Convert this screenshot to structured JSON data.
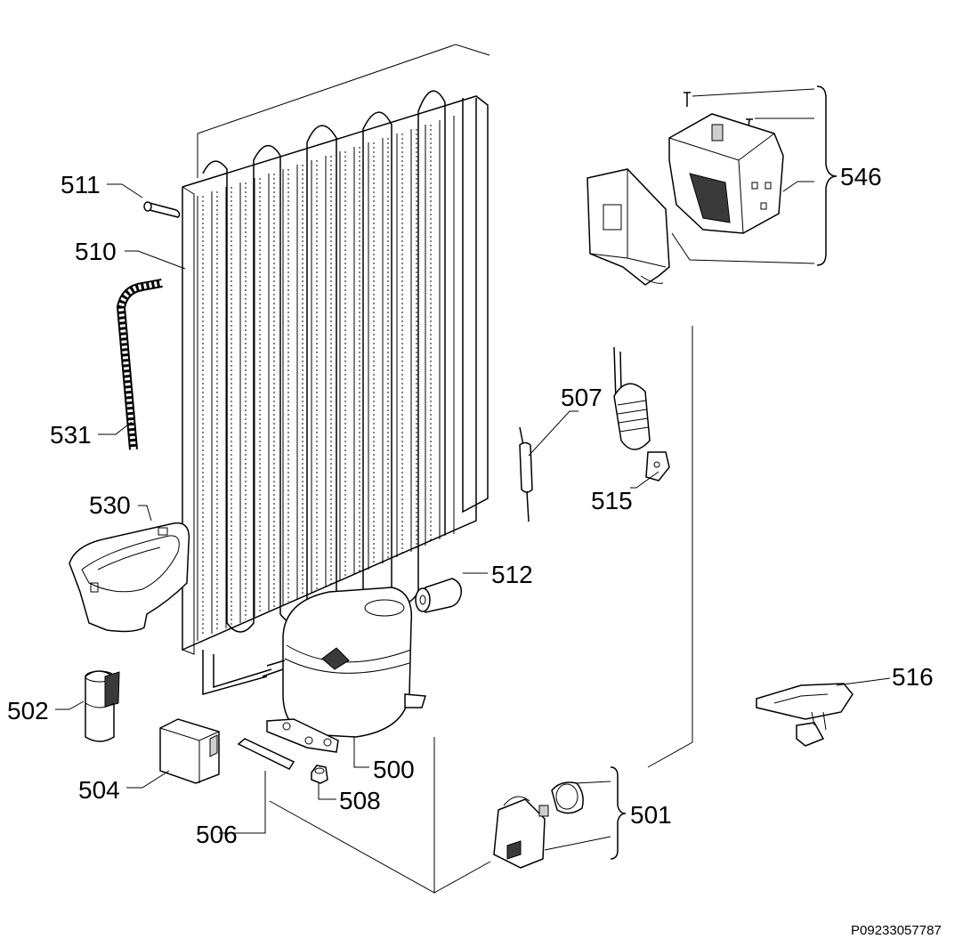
{
  "labels": {
    "l500": "500",
    "l501": "501",
    "l502": "502",
    "l504": "504",
    "l506": "506",
    "l507": "507",
    "l508": "508",
    "l510": "510",
    "l511": "511",
    "l512": "512",
    "l515": "515",
    "l516": "516",
    "l530": "530",
    "l531": "531",
    "l546": "546"
  },
  "drawing_code": "P09233057787"
}
